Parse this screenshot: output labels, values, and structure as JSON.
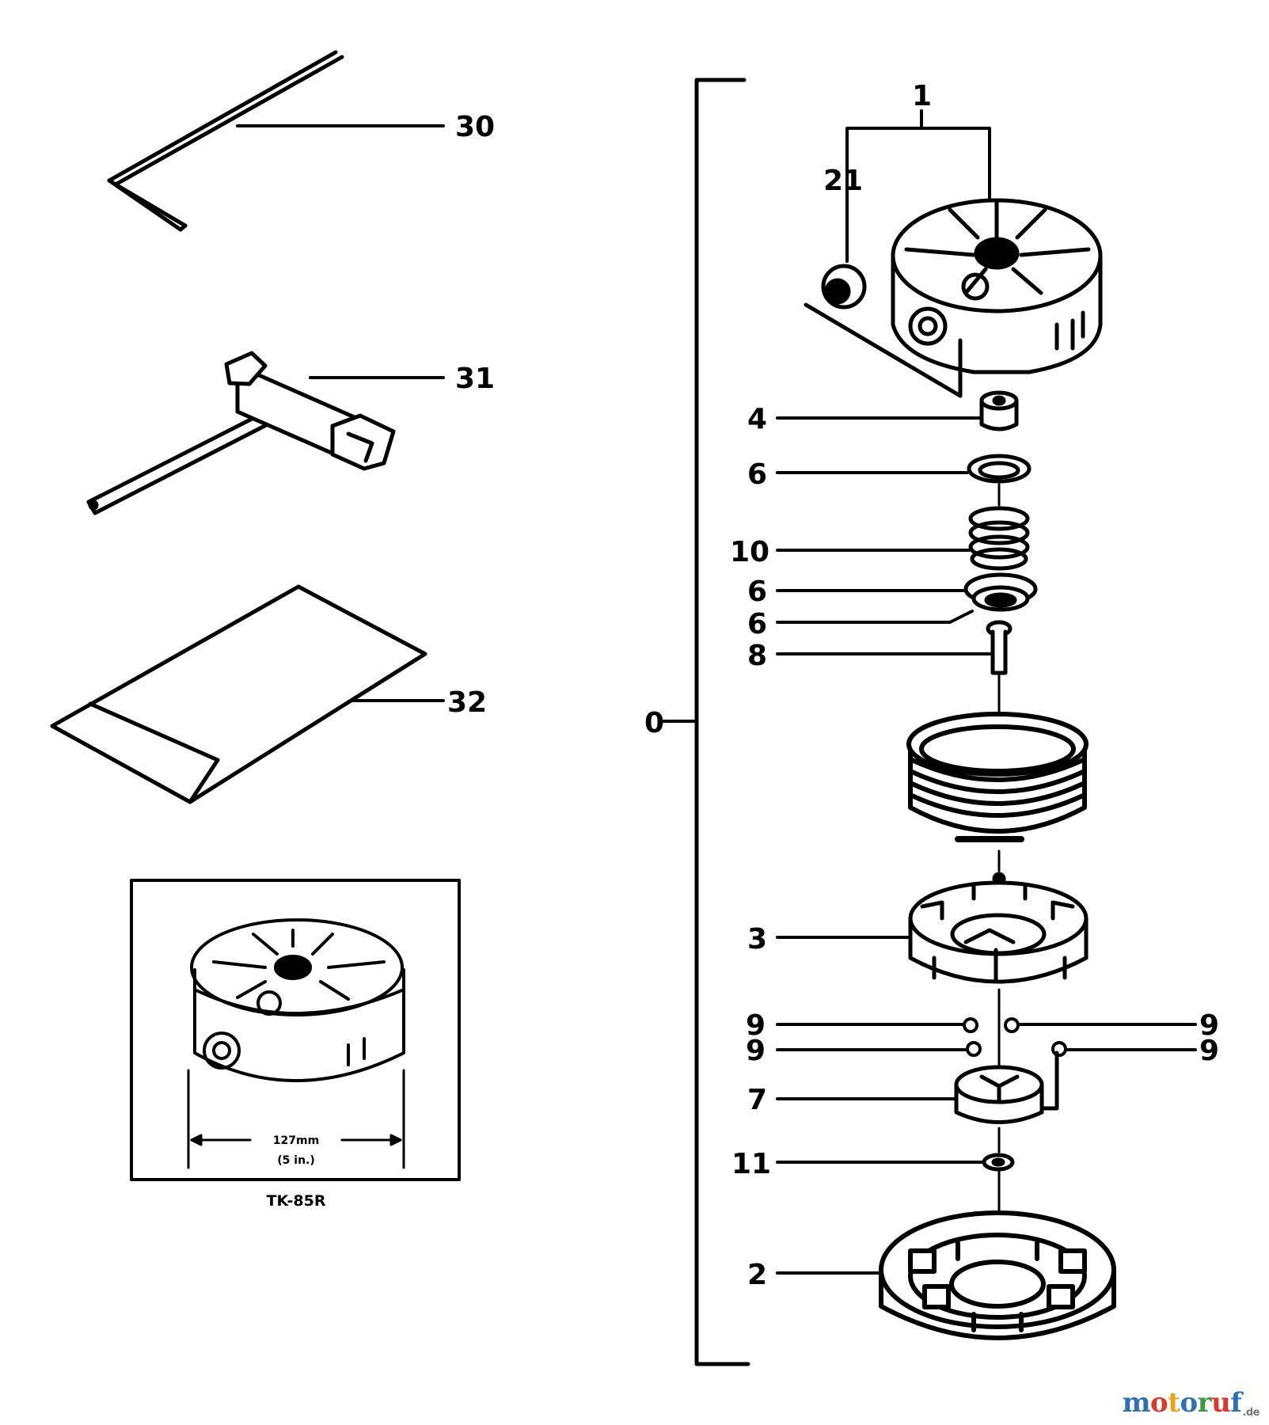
{
  "callouts": {
    "c30": "30",
    "c31": "31",
    "c32": "32",
    "c1": "1",
    "c21": "21",
    "c4": "4",
    "c6a": "6",
    "c10": "10",
    "c6b": "6",
    "c6c": "6",
    "c8": "8",
    "c0": "0",
    "c3": "3",
    "c9a": "9",
    "c9b": "9",
    "c9c": "9",
    "c9d": "9",
    "c7": "7",
    "c11": "11",
    "c2": "2"
  },
  "inset": {
    "dimension_mm": "127mm",
    "dimension_in": "(5 in.)",
    "model_label": "TK-85R"
  },
  "watermark": {
    "letters": [
      "m",
      "o",
      "t",
      "o",
      "r",
      "u",
      "f"
    ],
    "colors": [
      "#2e6fb8",
      "#d83a2e",
      "#e8a51c",
      "#2e6fb8",
      "#3a9a3f",
      "#d83a2e",
      "#2e6fb8"
    ],
    "tld": ".de"
  }
}
